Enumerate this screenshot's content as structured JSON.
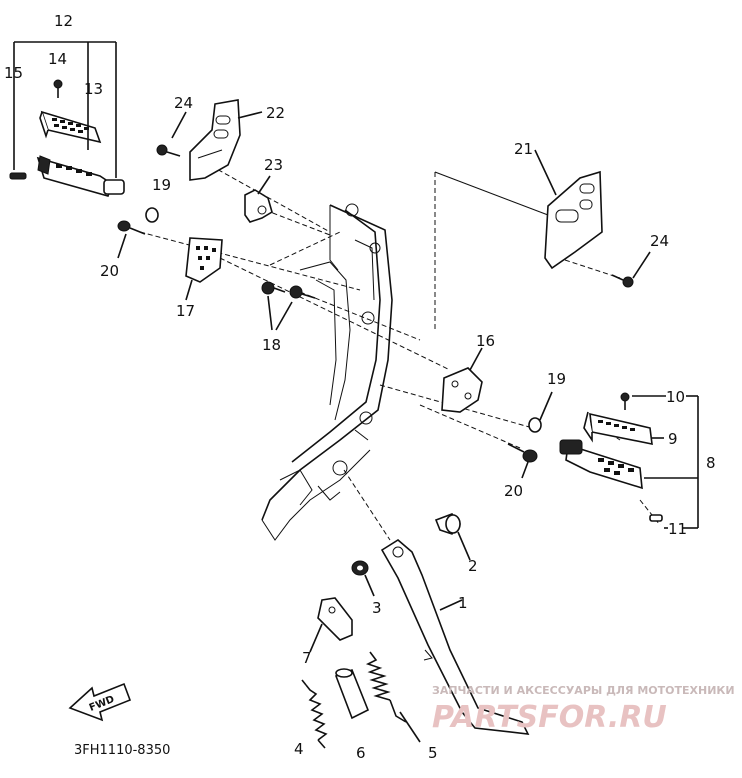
{
  "callouts": [
    "1",
    "2",
    "3",
    "4",
    "5",
    "6",
    "7",
    "8",
    "9",
    "10",
    "11",
    "12",
    "13",
    "14",
    "15",
    "16",
    "17",
    "18",
    "19",
    "19",
    "20",
    "20",
    "21",
    "22",
    "23",
    "24",
    "24"
  ],
  "diagram_code": "3FH1110-8350",
  "fwd_label": "FWD",
  "watermark": {
    "line1": "ЗАПЧАСТИ И АКСЕССУАРЫ ДЛЯ МОТОТЕХНИКИ",
    "line2": "PARTSFOR.RU"
  }
}
